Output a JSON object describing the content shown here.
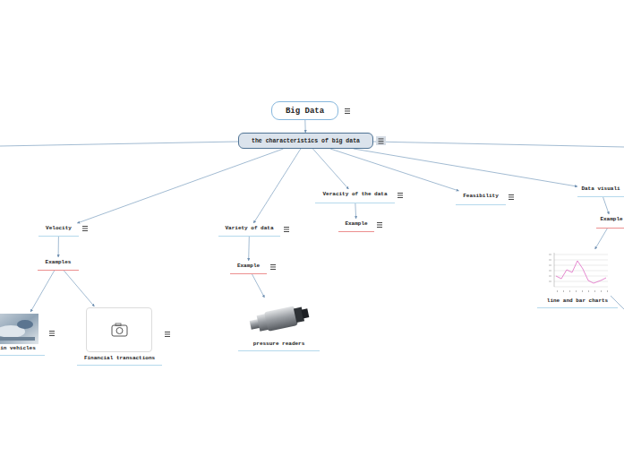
{
  "diagram": {
    "nodes": [
      {
        "text": [
          "Big Data"
        ]
      },
      {
        "text": [
          "the characteristics of big data"
        ]
      },
      {
        "text": [
          "Velocity"
        ]
      },
      {
        "text": [
          "Examples"
        ]
      },
      {
        "text": [
          "in vehicles"
        ]
      },
      {
        "text": [
          "Financial transactions"
        ]
      },
      {
        "text": [
          "Variety of data"
        ]
      },
      {
        "text": [
          "Example"
        ]
      },
      {
        "text": [
          "pressure readers"
        ]
      },
      {
        "text": [
          "Veracity of the data"
        ]
      },
      {
        "text": [
          "Example"
        ]
      },
      {
        "text": [
          "Feasibility"
        ]
      },
      {
        "text": [
          "Data visuali"
        ]
      },
      {
        "text": [
          "Example"
        ]
      },
      {
        "text": [
          "line and bar charts"
        ]
      }
    ],
    "edges": [
      {
        "from": 0,
        "to": 1,
        "arrow": "to"
      },
      {
        "from": 1,
        "to": 2,
        "arrow": "to"
      },
      {
        "from": 2,
        "to": 3,
        "arrow": "to"
      },
      {
        "from": 3,
        "to": 4,
        "arrow": "to"
      },
      {
        "from": 3,
        "to": 5,
        "arrow": "to"
      },
      {
        "from": 1,
        "to": 6,
        "arrow": "to"
      },
      {
        "from": 6,
        "to": 7,
        "arrow": "to"
      },
      {
        "from": 7,
        "to": 8,
        "arrow": "to"
      },
      {
        "from": 1,
        "to": 9,
        "arrow": "to"
      },
      {
        "from": 9,
        "to": 10,
        "arrow": "to"
      },
      {
        "from": 1,
        "to": 11,
        "arrow": "to"
      },
      {
        "from": 1,
        "to": 12,
        "arrow": "to"
      },
      {
        "from": 12,
        "to": 13,
        "arrow": "to"
      },
      {
        "from": 13,
        "to": 14,
        "arrow": "to"
      }
    ]
  }
}
